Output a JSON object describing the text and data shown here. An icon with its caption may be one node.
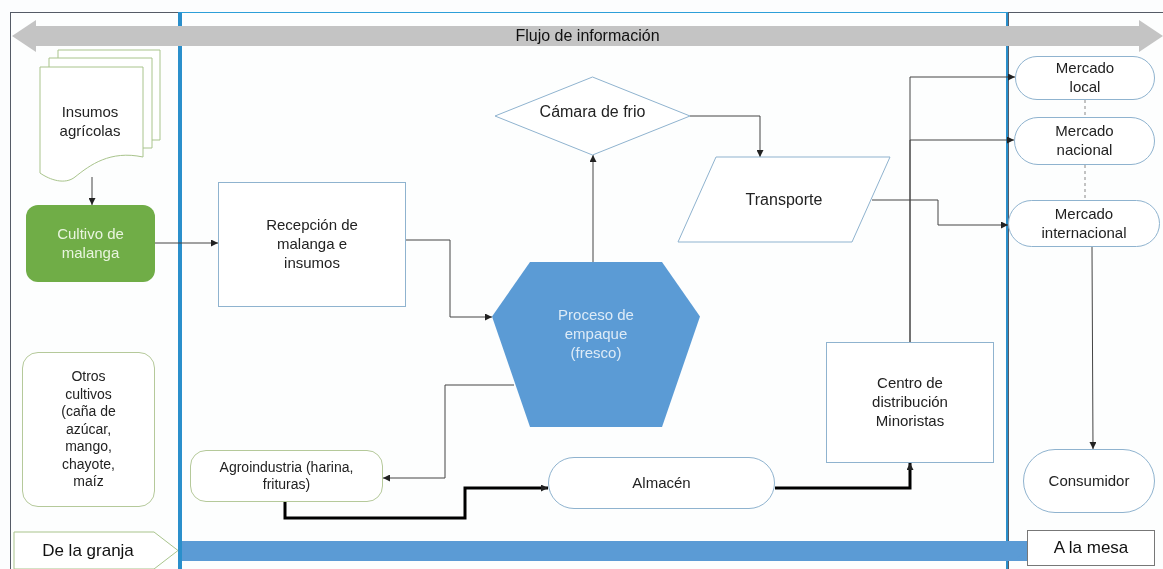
{
  "diagram": {
    "nodes": [
      {
        "text": [
          "Flujo de información"
        ]
      },
      {
        "text": [
          "Insumos agrícolas"
        ]
      },
      {
        "text": [
          "Cultivo de malanga"
        ]
      },
      {
        "text": [
          "Otros cultivos (caña de azúcar, mango, chayote, maíz"
        ]
      },
      {
        "text": [
          "De la granja"
        ]
      },
      {
        "text": [
          "Recepción de malanga e insumos"
        ]
      },
      {
        "text": [
          "Cámara de frio"
        ]
      },
      {
        "text": [
          "Transporte"
        ]
      },
      {
        "text": [
          "Proceso de empaque (fresco)"
        ]
      },
      {
        "text": [
          "Agroindustria (harina, frituras)"
        ]
      },
      {
        "text": [
          "Almacén"
        ]
      },
      {
        "text": [
          "Centro de distribución Minoristas"
        ]
      },
      {
        "text": [
          "Mercado local"
        ]
      },
      {
        "text": [
          "Mercado nacional"
        ]
      },
      {
        "text": [
          "Mercado internacional"
        ]
      },
      {
        "text": [
          "Consumidor"
        ]
      },
      {
        "text": [
          "A la mesa"
        ]
      }
    ],
    "edges": [
      {
        "from": 1,
        "to": 2,
        "arrow": "to"
      },
      {
        "from": 2,
        "to": 5,
        "arrow": "to"
      },
      {
        "from": 5,
        "to": 8,
        "arrow": "to"
      },
      {
        "from": 8,
        "to": 6,
        "arrow": "to"
      },
      {
        "from": 6,
        "to": 7,
        "arrow": "to"
      },
      {
        "from": 7,
        "to": 14,
        "arrow": "to"
      },
      {
        "from": 8,
        "to": 9,
        "arrow": "to"
      },
      {
        "from": 9,
        "to": 10,
        "arrow": "to",
        "style": "thick"
      },
      {
        "from": 10,
        "to": 11,
        "arrow": "to",
        "style": "thick"
      },
      {
        "from": 11,
        "to": 12,
        "arrow": "to"
      },
      {
        "from": 11,
        "to": 13,
        "arrow": "to"
      },
      {
        "from": 12,
        "to": 13,
        "arrow": "none",
        "style": "dashed"
      },
      {
        "from": 13,
        "to": 14,
        "arrow": "none",
        "style": "dashed"
      },
      {
        "from": 14,
        "to": 15,
        "arrow": "to"
      },
      {
        "from": 4,
        "to": 16,
        "arrow": "to",
        "style": "thick",
        "color": "#5b9bd5"
      }
    ]
  }
}
